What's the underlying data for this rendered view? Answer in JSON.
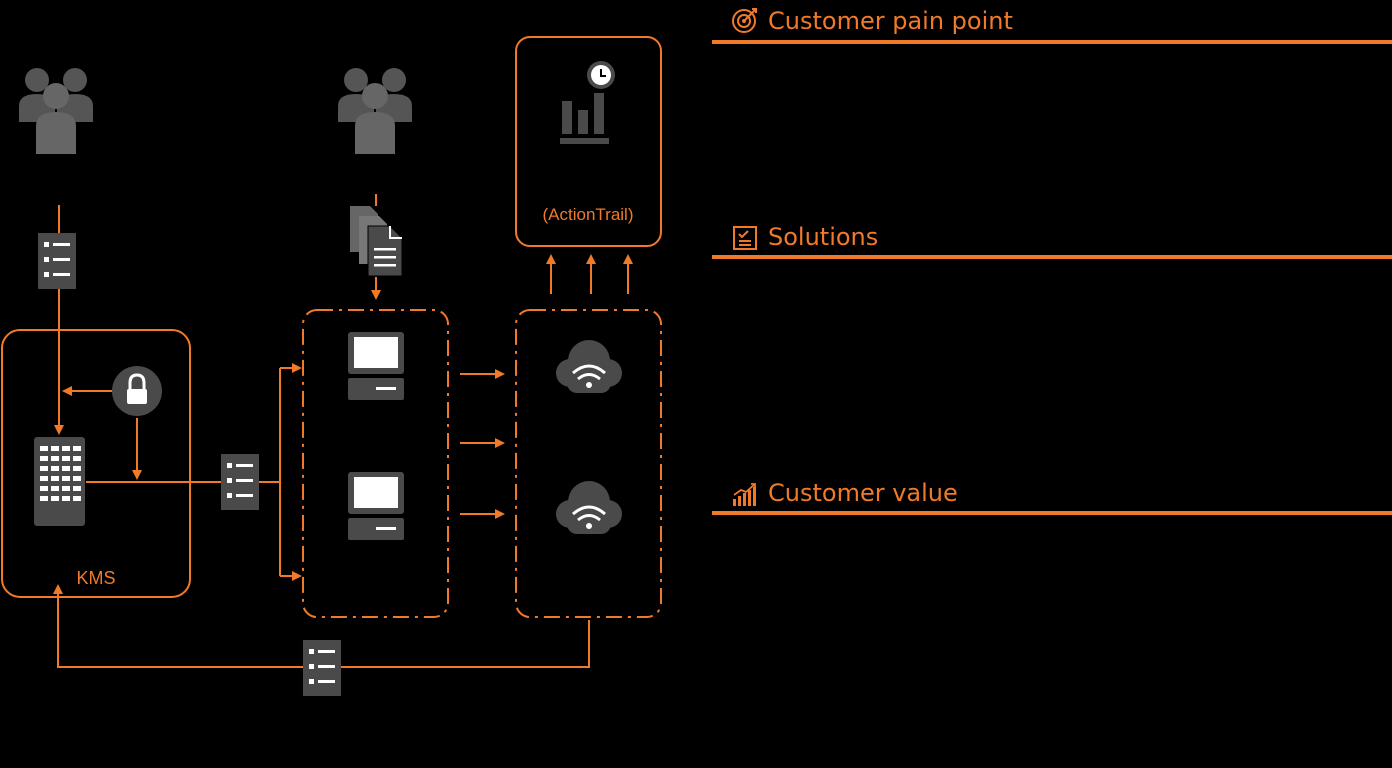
{
  "colors": {
    "accent": "#f07a2a",
    "icon_gray": "#4a4a4a",
    "icon_light": "#ffffff",
    "background": "#000000"
  },
  "diagram": {
    "kms_label": "KMS",
    "actiontrail_label": "(ActionTrail)"
  },
  "sections": [
    {
      "title": "Customer pain point",
      "icon": "target-icon"
    },
    {
      "title": "Solutions",
      "icon": "checklist-icon"
    },
    {
      "title": "Customer value",
      "icon": "growth-chart-icon"
    }
  ]
}
